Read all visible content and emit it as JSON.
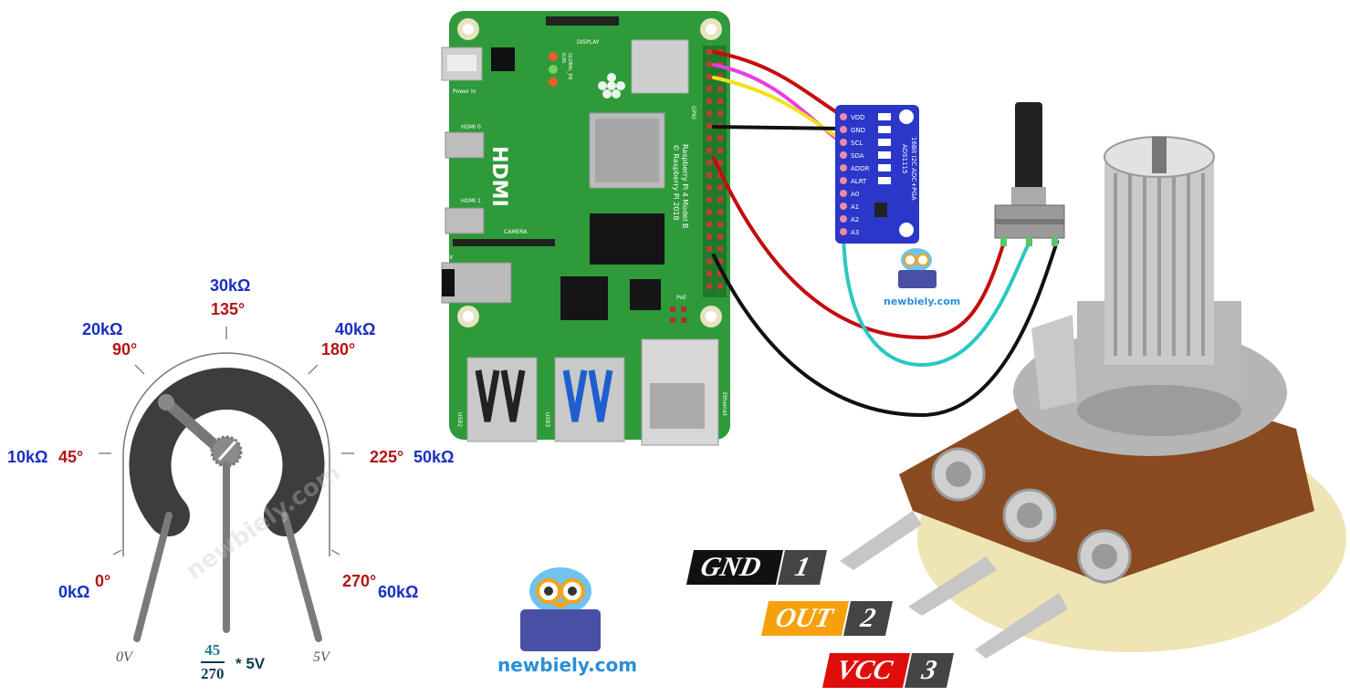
{
  "dial": {
    "labels": [
      {
        "ohm": "0kΩ",
        "deg": "0°"
      },
      {
        "ohm": "10kΩ",
        "deg": "45°"
      },
      {
        "ohm": "20kΩ",
        "deg": "90°"
      },
      {
        "ohm": "30kΩ",
        "deg": "135°"
      },
      {
        "ohm": "40kΩ",
        "deg": "180°"
      },
      {
        "ohm": "50kΩ",
        "deg": "225°"
      },
      {
        "ohm": "60kΩ",
        "deg": "270°"
      }
    ],
    "left_voltage": "0V",
    "right_voltage": "5V",
    "formula_numerator": "45",
    "formula_denominator": "270",
    "formula_multiplier": "* 5V"
  },
  "raspberry_pi": {
    "power_label": "Power in",
    "display_label": "DISPLAY",
    "hdmi0_label": "HDMI 0",
    "hdmi1_label": "HDMI 1",
    "hdmi_big": "HDMI",
    "camera_label": "CAMERA",
    "model_line1": "Raspberry Pi 4 Model B",
    "model_line2": "© Raspberry Pi 2018",
    "gpio_label": "GPIO",
    "poe_label": "PoE",
    "usb2_label": "USB2",
    "usb3_label": "USB3",
    "ethernet_label": "Ethernet",
    "led_label_run": "RUN",
    "led_label_glb": "GLOBAL_EN",
    "av_label": "A/V"
  },
  "adc": {
    "pins": [
      "VDD",
      "GND",
      "SCL",
      "SDA",
      "ADDR",
      "ALRT",
      "A0",
      "A1",
      "A2",
      "A3"
    ],
    "title_line1": "16Bit I2C ADC+PGA",
    "title_line2": "ADS1115"
  },
  "pin_tags": [
    {
      "name": "GND",
      "number": "1",
      "color": "#111111"
    },
    {
      "name": "OUT",
      "number": "2",
      "color": "#f5a10d"
    },
    {
      "name": "VCC",
      "number": "3",
      "color": "#e00d0d"
    }
  ],
  "brand": {
    "site": "newbiely.com",
    "site_small": "newbiely.com"
  },
  "colors": {
    "wire_red": "#c40d0d",
    "wire_black": "#111111",
    "wire_yellow": "#f2e21a",
    "wire_magenta": "#e83ee0",
    "wire_cyan": "#2bc7c0",
    "pi_green": "#2e9a3a",
    "adc_blue": "#2a37c8"
  }
}
